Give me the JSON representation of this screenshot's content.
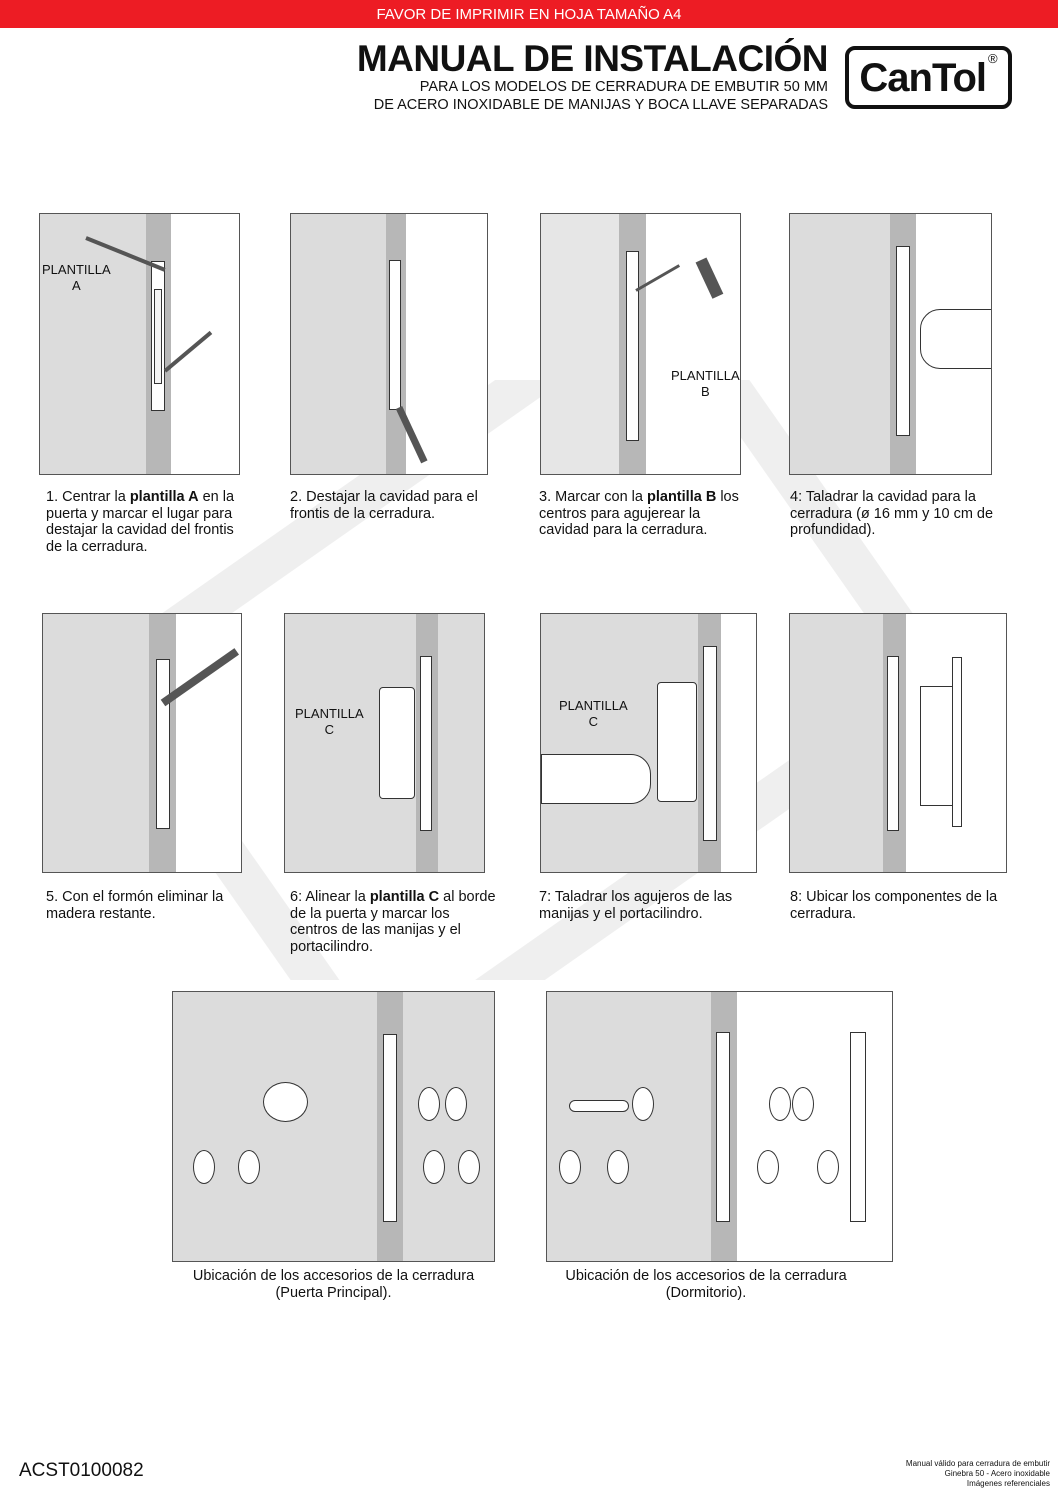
{
  "banner": "FAVOR DE IMPRIMIR EN HOJA TAMAÑO A4",
  "header": {
    "title": "MANUAL DE INSTALACIÓN",
    "subtitle_1": "PARA LOS MODELOS DE CERRADURA DE EMBUTIR 50 MM",
    "subtitle_2": "DE ACERO INOXIDABLE DE MANIJAS Y BOCA LLAVE SEPARADAS",
    "logo_text": "CanTol",
    "logo_mark": "®"
  },
  "steps": [
    {
      "pre": "1. Centrar la ",
      "bold": "plantilla A",
      "post": " en la puerta y marcar el lugar para destajar la cavidad del frontis de la cerradura.",
      "label": "PLANTILLA\nA"
    },
    {
      "pre": "2. Destajar la cavidad para el frontis de la cerradura.",
      "bold": "",
      "post": ""
    },
    {
      "pre": "3. Marcar con la ",
      "bold": "plantilla B",
      "post": " los centros para agujerear la cavidad para la cerradura.",
      "label": "PLANTILLA\nB"
    },
    {
      "pre": "4: Taladrar la cavidad para la cerradura (ø 16 mm y 10 cm de profundidad).",
      "bold": "",
      "post": ""
    },
    {
      "pre": "5. Con el formón eliminar la madera restante.",
      "bold": "",
      "post": ""
    },
    {
      "pre": "6: Alinear la ",
      "bold": "plantilla C",
      "post": " al borde de la puerta y marcar los centros de las manijas y el portacilindro.",
      "label": "PLANTILLA\nC"
    },
    {
      "pre": "7: Taladrar los agujeros de las manijas y el portacilindro.",
      "bold": "",
      "post": "",
      "label": "PLANTILLA\nC"
    },
    {
      "pre": "8: Ubicar los componentes de la cerradura.",
      "bold": "",
      "post": ""
    }
  ],
  "accessories": [
    {
      "caption_1": "Ubicación de los accesorios de la cerradura",
      "caption_2": "(Puerta Principal)."
    },
    {
      "caption_1": "Ubicación de los accesorios de la cerradura",
      "caption_2": "(Dormitorio)."
    }
  ],
  "footer": {
    "code": "ACST0100082",
    "note_1": "Manual válido para cerradura de embutir",
    "note_2": "Ginebra 50 - Acero inoxidable",
    "note_3": "Imágenes referenciales"
  }
}
